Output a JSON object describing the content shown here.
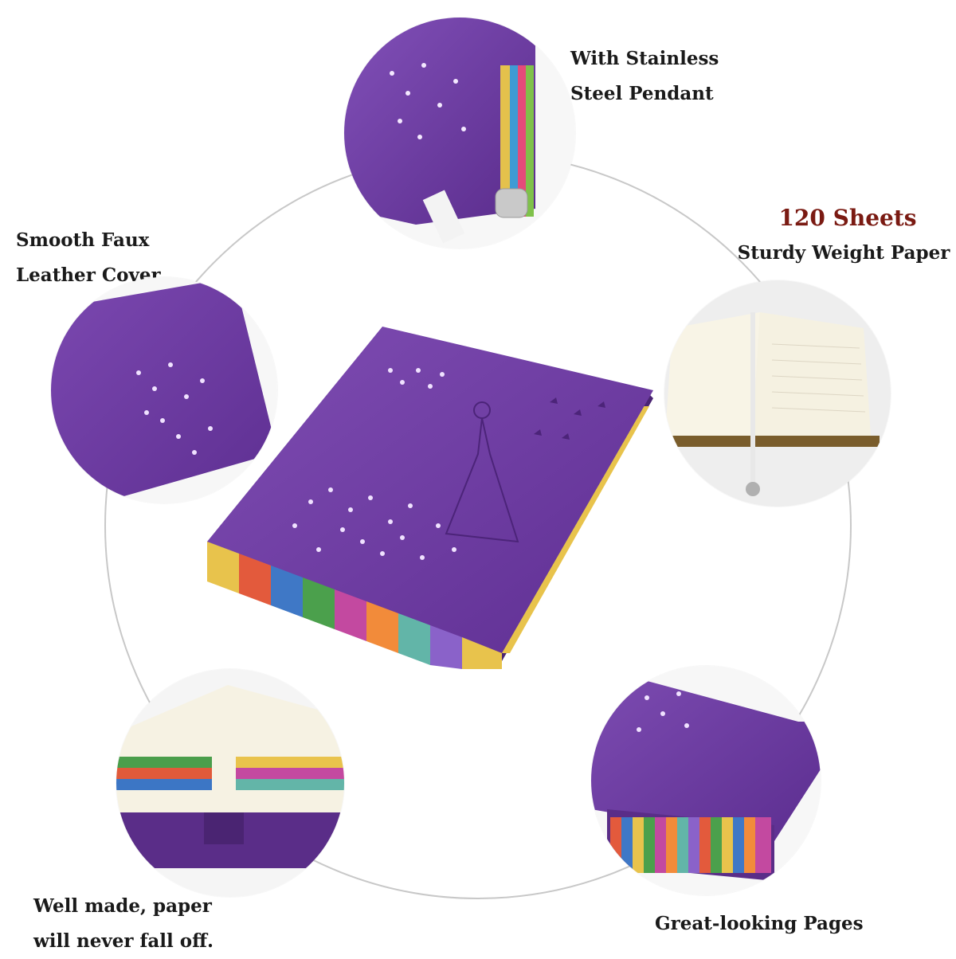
{
  "labels": {
    "pendant_line1": "With Stainless",
    "pendant_line2": "Steel Pendant",
    "sheets_count": "120 Sheets",
    "sheets_desc": "Sturdy Weight Paper",
    "cover_line1": "Smooth Faux",
    "cover_line2": "Leather Cover",
    "made_line1": "Well made, paper",
    "made_line2": "will never fall off.",
    "pages": "Great-looking Pages"
  },
  "colors": {
    "cover_purple": "#6a3aa0",
    "accent_red": "#7a1a12"
  }
}
